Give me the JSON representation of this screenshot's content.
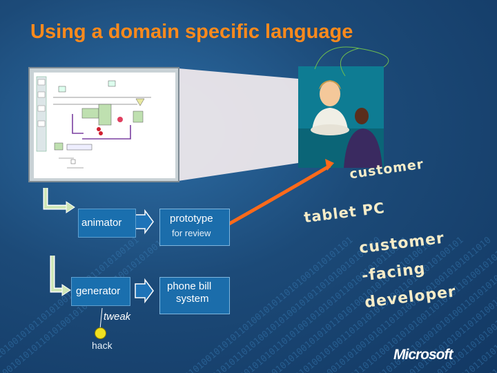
{
  "title": "Using a domain specific language",
  "labels": {
    "customer_top": "customer",
    "tablet_pc": "tablet PC",
    "customer_facing_1": "customer",
    "customer_facing_2": "-facing",
    "customer_facing_3": "developer",
    "animator": "animator",
    "generator": "generator",
    "prototype": "prototype",
    "for_review": "for review",
    "phone_bill_1": "phone bill",
    "phone_bill_2": "system",
    "tweak": "tweak",
    "hack": "hack"
  },
  "logo": "Microsoft",
  "colors": {
    "title": "#ff8a1c",
    "background": "#1c4a78",
    "box": "#1a6fae",
    "arrow_fill": "#1e73b8",
    "curve_arrow": "#ff6a1a",
    "handwriting": "#f6ecc8"
  },
  "icons": [
    "smiley-icon",
    "diagram-screenshot",
    "people-photo"
  ]
}
